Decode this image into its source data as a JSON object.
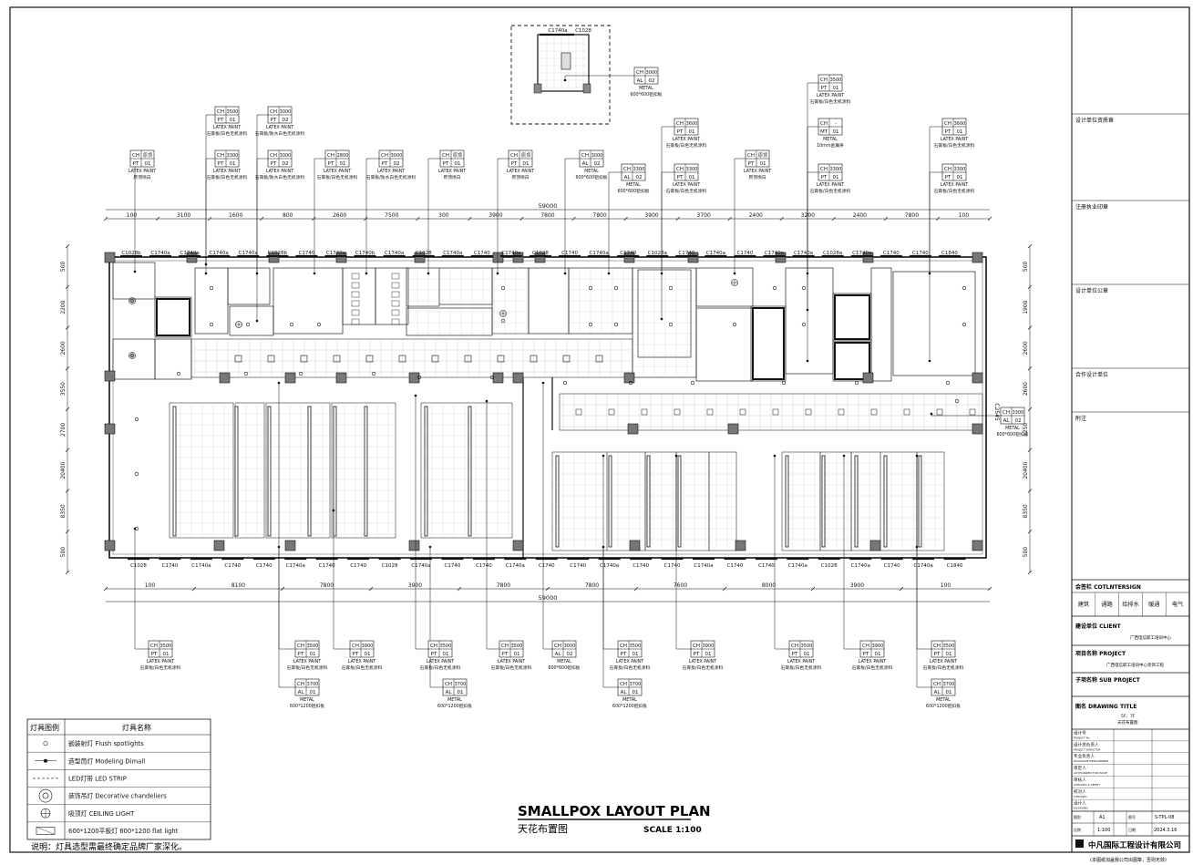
{
  "plan": {
    "title_en": "SMALLPOX LAYOUT PLAN",
    "title_cn": "天花布置图",
    "scale": "SCALE 1:100",
    "note": "说明：灯具选型需最终确定品牌厂家深化。",
    "overall_dim": "59000",
    "dims_top": [
      "100",
      "3100",
      "1600",
      "800",
      "2600",
      "7500",
      "300",
      "3900",
      "7800",
      "7800",
      "3900",
      "3700",
      "2400",
      "3200",
      "2400",
      "7800",
      "100"
    ],
    "dims_bottom": [
      "100",
      "8100",
      "7800",
      "3900",
      "7800",
      "7800",
      "7600",
      "8000",
      "3900",
      "100"
    ],
    "dims_left": [
      "500",
      "2200",
      "2600",
      "3550",
      "2700",
      "20400",
      "8350",
      "500"
    ],
    "dims_right": [
      "500",
      "1900",
      "2600",
      "2600",
      "1250",
      "20400",
      "8350",
      "500"
    ],
    "window_codes_top": [
      "C1028b",
      "C1740a",
      "C1740a",
      "C1740a",
      "C1740a",
      "C1028b",
      "C1740",
      "C1740a",
      "C1740b",
      "C1740a",
      "C1028",
      "C1740a",
      "C1740",
      "C1740a",
      "C1028",
      "C1740",
      "C1740a",
      "C1740",
      "C1028a",
      "C1740",
      "C1740a",
      "C1740",
      "C1740a",
      "C1740a",
      "C1028a",
      "C1740a",
      "C1740",
      "C1740",
      "C1840"
    ],
    "window_codes_bottom": [
      "C1028",
      "C1740",
      "C1740a",
      "C1740",
      "C1740",
      "C1740a",
      "C1740",
      "C1740",
      "C1028",
      "C1740a",
      "C1740",
      "C1740",
      "C1740a",
      "C1740",
      "C1740",
      "C1740a",
      "C1740",
      "C1740",
      "C1740a",
      "C1740",
      "C1740",
      "C1740a",
      "C1028",
      "C1740a",
      "C1740",
      "C1740a",
      "C1840"
    ],
    "inset_codes": [
      "C1740a",
      "C1028"
    ],
    "side_code": "C2545"
  },
  "callouts": [
    {
      "ch": "CH",
      "h": "3500",
      "m": "PT",
      "n": "01",
      "t1": "LATEX PAINT",
      "t2": "石膏板/白色无机涂料"
    },
    {
      "ch": "CH",
      "h": "3000",
      "m": "PT",
      "n": "02",
      "t1": "LATEX PAINT",
      "t2": "石膏板/防水白色无机涂料"
    },
    {
      "ch": "CH",
      "h": "原顶",
      "m": "PT",
      "n": "01",
      "t1": "LATEX PAINT",
      "t2": "原顶喷白"
    },
    {
      "ch": "CH",
      "h": "3300",
      "m": "PT",
      "n": "01",
      "t1": "LATEX PAINT",
      "t2": "石膏板/白色无机涂料"
    },
    {
      "ch": "CH",
      "h": "3000",
      "m": "PT",
      "n": "02",
      "t1": "LATEX PAINT",
      "t2": "石膏板/防水白色无机涂料"
    },
    {
      "ch": "CH",
      "h": "2800",
      "m": "PT",
      "n": "01",
      "t1": "LATEX PAINT",
      "t2": "石膏板/白色无机涂料"
    },
    {
      "ch": "CH",
      "h": "3000",
      "m": "PT",
      "n": "02",
      "t1": "LATEX PAINT",
      "t2": "石膏板/防水白色无机涂料"
    },
    {
      "ch": "CH",
      "h": "原顶",
      "m": "PT",
      "n": "01",
      "t1": "LATEX PAINT",
      "t2": "原顶喷白"
    },
    {
      "ch": "CH",
      "h": "原顶",
      "m": "PT",
      "n": "01",
      "t1": "LATEX PAINT",
      "t2": "原顶喷白"
    },
    {
      "ch": "CH",
      "h": "3000",
      "m": "AL",
      "n": "02",
      "t1": "METAL",
      "t2": "600*600铝扣板"
    },
    {
      "ch": "CH",
      "h": "3000",
      "m": "AL",
      "n": "02",
      "t1": "METAL",
      "t2": "600*600铝扣板"
    },
    {
      "ch": "CH",
      "h": "3300",
      "m": "AL",
      "n": "02",
      "t1": "METAL",
      "t2": "600*600铝扣板"
    },
    {
      "ch": "CH",
      "h": "3600",
      "m": "PT",
      "n": "01",
      "t1": "LATEX PAINT",
      "t2": "石膏板/白色无机涂料"
    },
    {
      "ch": "CH",
      "h": "3300",
      "m": "PT",
      "n": "01",
      "t1": "LATEX PAINT",
      "t2": "石膏板/白色无机涂料"
    },
    {
      "ch": "CH",
      "h": "原顶",
      "m": "PT",
      "n": "01",
      "t1": "LATEX PAINT",
      "t2": "原顶喷白"
    },
    {
      "ch": "CH",
      "h": "3500",
      "m": "PT",
      "n": "01",
      "t1": "LATEX PAINT",
      "t2": "石膏板/白色无机涂料"
    },
    {
      "ch": "CH",
      "h": "-",
      "m": "MT",
      "n": "01",
      "t1": "METAL",
      "t2": "10mm金属条"
    },
    {
      "ch": "CH",
      "h": "3300",
      "m": "PT",
      "n": "01",
      "t1": "LATEX PAINT",
      "t2": "石膏板/白色无机涂料"
    },
    {
      "ch": "CH",
      "h": "3600",
      "m": "PT",
      "n": "01",
      "t1": "LATEX PAINT",
      "t2": "石膏板/白色无机涂料"
    },
    {
      "ch": "CH",
      "h": "3300",
      "m": "PT",
      "n": "01",
      "t1": "LATEX PAINT",
      "t2": "石膏板/白色无机涂料"
    },
    {
      "ch": "CH",
      "h": "3300",
      "m": "AL",
      "n": "02",
      "t1": "METAL",
      "t2": "600*600铝扣板"
    },
    {
      "ch": "CH",
      "h": "3500",
      "m": "PT",
      "n": "01",
      "t1": "LATEX PAINT",
      "t2": "石膏板/白色无机涂料"
    },
    {
      "ch": "CH",
      "h": "3500",
      "m": "PT",
      "n": "01",
      "t1": "LATEX PAINT",
      "t2": "石膏板/白色无机涂料"
    },
    {
      "ch": "CH",
      "h": "3900",
      "m": "PT",
      "n": "01",
      "t1": "LATEX PAINT",
      "t2": "石膏板/白色无机涂料"
    },
    {
      "ch": "CH",
      "h": "3700",
      "m": "AL",
      "n": "01",
      "t1": "METAL",
      "t2": "600*1200铝扣板"
    },
    {
      "ch": "CH",
      "h": "3500",
      "m": "PT",
      "n": "01",
      "t1": "LATEX PAINT",
      "t2": "石膏板/白色无机涂料"
    },
    {
      "ch": "CH",
      "h": "3500",
      "m": "PT",
      "n": "01",
      "t1": "LATEX PAINT",
      "t2": "石膏板/白色无机涂料"
    },
    {
      "ch": "CH",
      "h": "3700",
      "m": "AL",
      "n": "01",
      "t1": "METAL",
      "t2": "600*1200铝扣板"
    },
    {
      "ch": "CH",
      "h": "3000",
      "m": "AL",
      "n": "02",
      "t1": "METAL",
      "t2": "600*600铝扣板"
    },
    {
      "ch": "CH",
      "h": "3500",
      "m": "PT",
      "n": "01",
      "t1": "LATEX PAINT",
      "t2": "石膏板/白色无机涂料"
    },
    {
      "ch": "CH",
      "h": "3700",
      "m": "AL",
      "n": "01",
      "t1": "METAL",
      "t2": "600*1200铝扣板"
    },
    {
      "ch": "CH",
      "h": "3900",
      "m": "PT",
      "n": "01",
      "t1": "LATEX PAINT",
      "t2": "石膏板/白色无机涂料"
    },
    {
      "ch": "CH",
      "h": "3500",
      "m": "PT",
      "n": "01",
      "t1": "LATEX PAINT",
      "t2": "石膏板/白色无机涂料"
    },
    {
      "ch": "CH",
      "h": "3900",
      "m": "PT",
      "n": "01",
      "t1": "LATEX PAINT",
      "t2": "石膏板/白色无机涂料"
    },
    {
      "ch": "CH",
      "h": "3500",
      "m": "PT",
      "n": "01",
      "t1": "LATEX PAINT",
      "t2": "石膏板/白色无机涂料"
    },
    {
      "ch": "CH",
      "h": "3700",
      "m": "AL",
      "n": "01",
      "t1": "METAL",
      "t2": "600*1200铝扣板"
    }
  ],
  "legend": {
    "head_icon": "灯具图例",
    "head_name": "灯具名称",
    "items": [
      {
        "icon": "flush-spotlight-symbol",
        "name": "嵌装射灯  Flush spotlights"
      },
      {
        "icon": "modeling-dimall-symbol",
        "name": "造型筒灯  Modeling Dimall"
      },
      {
        "icon": "led-strip-symbol",
        "name": "LED灯带 LED STRIP"
      },
      {
        "icon": "decorative-chandelier-symbol",
        "name": "装饰吊灯 Decorative chandeliers"
      },
      {
        "icon": "ceiling-light-symbol",
        "name": "吸顶灯 CEILING LIGHT"
      },
      {
        "icon": "flat-light-symbol",
        "name": "600*1200平板灯  600*1200 flat light"
      }
    ]
  },
  "titleblock": {
    "design_qual": "设计单位资质章",
    "reg_stamp": "注册执业印章",
    "design_seal": "设计单位公章",
    "coop_unit": "合作设计单位",
    "remarks": "附注",
    "countersign": "会签栏 COTLNTERSIGN",
    "disciplines": [
      "建筑",
      "通路",
      "给排水",
      "暖通",
      "电气"
    ],
    "client_label": "建设单位 CLIENT",
    "client_value": "广西电信职工培训中心",
    "project_label": "项目名称 PROJECT",
    "project_value": "广西电信职工培训中心装饰工程",
    "subproject_label": "子项名称 SUB PROJECT",
    "drawing_title_label": "图名 DRAWING TITLE",
    "drawing_title_line1": "5F、7F",
    "drawing_title_line2": "天花布置图",
    "roles": [
      {
        "cn": "设计号",
        "en": "PROJECT No."
      },
      {
        "cn": "设计总负责人",
        "en": "PROJECT DIRECTOR"
      },
      {
        "cn": "专业负责人",
        "en": "DISCIPLINE RESPONSIBLE"
      },
      {
        "cn": "审定人",
        "en": "AUTHORIZED FOR ISSUE"
      },
      {
        "cn": "审核人",
        "en": "CHECKED & VERIFY"
      },
      {
        "cn": "校对人",
        "en": "CHECKED"
      },
      {
        "cn": "设计人",
        "en": "DESIGNED"
      }
    ],
    "status_label": "图别",
    "status_value": "A1",
    "number_label": "图号",
    "number_value": "S-TPL-08",
    "scale_label": "比例",
    "scale_value": "1:100",
    "date_label": "日期",
    "date_value": "2024.3.16",
    "company": "中凡国际工程设计有限公司",
    "footnote": "(本图纸加盖我公司出图章，否则无效)"
  }
}
